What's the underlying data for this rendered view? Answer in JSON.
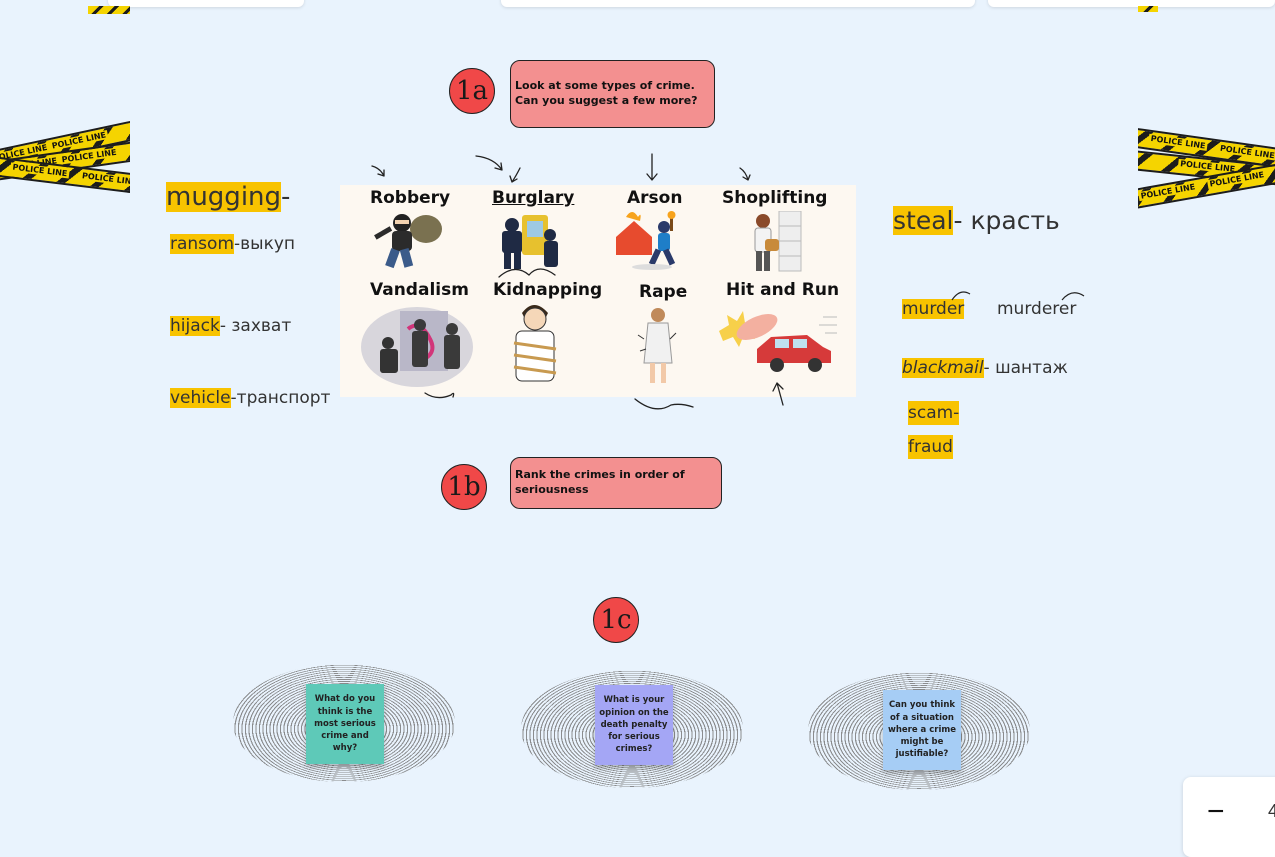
{
  "tape_text": "POLICE LINE",
  "markers": {
    "m1a": "1a",
    "m1b": "1b",
    "m1c": "1c"
  },
  "prompts": {
    "p1a": "Look at some types of crime. Can you suggest a few more?",
    "p1b": "Rank the crimes in order of seriousness"
  },
  "crimes": {
    "robbery": "Robbery",
    "burglary": "Burglary",
    "arson": "Arson",
    "shoplifting": "Shoplifting",
    "vandalism": "Vandalism",
    "kidnapping": "Kidnapping",
    "rape": "Rape",
    "hit_and_run": "Hit and Run"
  },
  "vocab_left": {
    "mugging_word": "mugging",
    "mugging_rest": "-",
    "ransom_word": "ransom",
    "ransom_rest": "-выкуп",
    "hijack_word": "hijack",
    "hijack_rest": "- захват",
    "vehicle_word": "vehicle",
    "vehicle_rest": "-транспорт"
  },
  "vocab_right": {
    "steal_word": "steal",
    "steal_rest": "- красть",
    "murder_word": "murder",
    "murderer": "murderer",
    "blackmail_word": "blackmail",
    "blackmail_rest": "- шантаж",
    "scam_word": "scam-",
    "fraud_word": "fraud"
  },
  "questions": {
    "q1": "What do you think is the most serious crime and why?",
    "q2": "What is your opinion on the death penalty for serious crimes?",
    "q3": "Can you think of a situation where a crime might be justifiable?"
  },
  "colors": {
    "highlight": "#f8c300",
    "marker_red": "#f04848",
    "prompt_pink": "#f39090",
    "sticky_teal": "#5ec9b8",
    "sticky_violet": "#a4a6f5",
    "sticky_blue": "#a6cdf5",
    "canvas_bg": "#e9f3fd"
  },
  "zoom": {
    "minus": "−",
    "value": "4"
  }
}
